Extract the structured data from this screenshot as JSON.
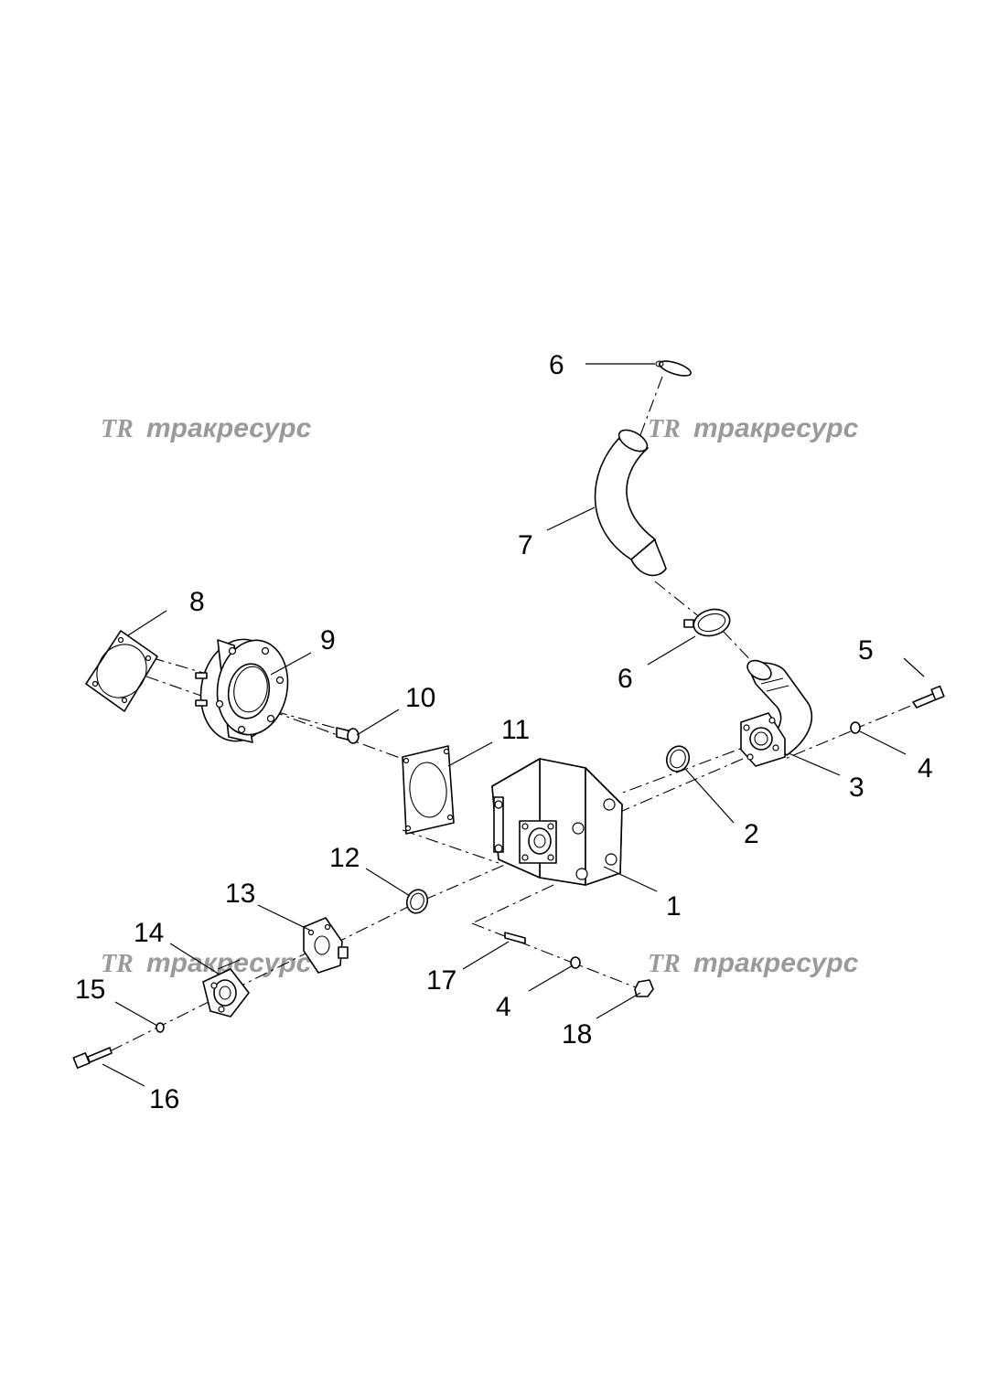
{
  "watermark": {
    "logo": "TR",
    "text": "тракресурс",
    "color": "#9a9a9a"
  },
  "callouts": {
    "c1": "1",
    "c2": "2",
    "c3": "3",
    "c4a": "4",
    "c4b": "4",
    "c5": "5",
    "c6a": "6",
    "c6b": "6",
    "c7": "7",
    "c8": "8",
    "c9": "9",
    "c10": "10",
    "c11": "11",
    "c12": "12",
    "c13": "13",
    "c14": "14",
    "c15": "15",
    "c16": "16",
    "c17": "17",
    "c18": "18"
  }
}
